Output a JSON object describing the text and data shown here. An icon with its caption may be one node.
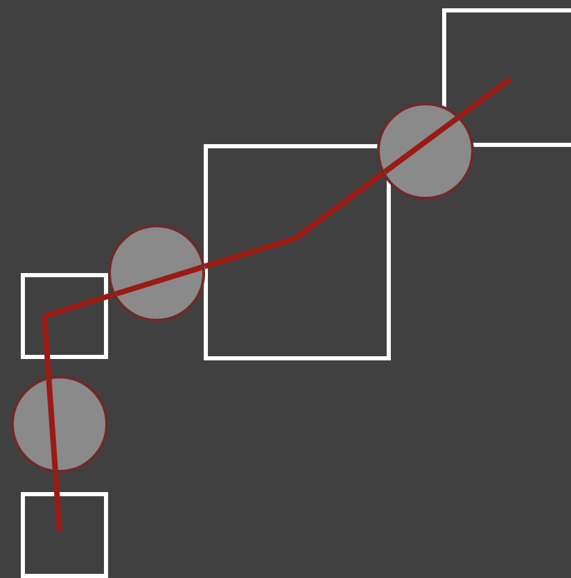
{
  "diagram": {
    "nodes": [
      {
        "text": [],
        "shape": "box"
      },
      {
        "text": [],
        "shape": "box"
      },
      {
        "text": [],
        "shape": "box"
      },
      {
        "text": [],
        "shape": "box"
      },
      {
        "text": [],
        "shape": "circle"
      },
      {
        "text": [],
        "shape": "circle"
      },
      {
        "text": [],
        "shape": "circle"
      }
    ],
    "edges": [
      {
        "from": 0,
        "to": 4,
        "arrow": "none",
        "color": "#9b1a14"
      },
      {
        "from": 4,
        "to": 1,
        "arrow": "none",
        "color": "#9b1a14"
      },
      {
        "from": 1,
        "to": 5,
        "arrow": "none",
        "color": "#9b1a14"
      },
      {
        "from": 5,
        "to": 2,
        "arrow": "none",
        "color": "#9b1a14"
      },
      {
        "from": 2,
        "to": 6,
        "arrow": "none",
        "color": "#9b1a14"
      },
      {
        "from": 6,
        "to": 3,
        "arrow": "none",
        "color": "#9b1a14"
      }
    ]
  }
}
